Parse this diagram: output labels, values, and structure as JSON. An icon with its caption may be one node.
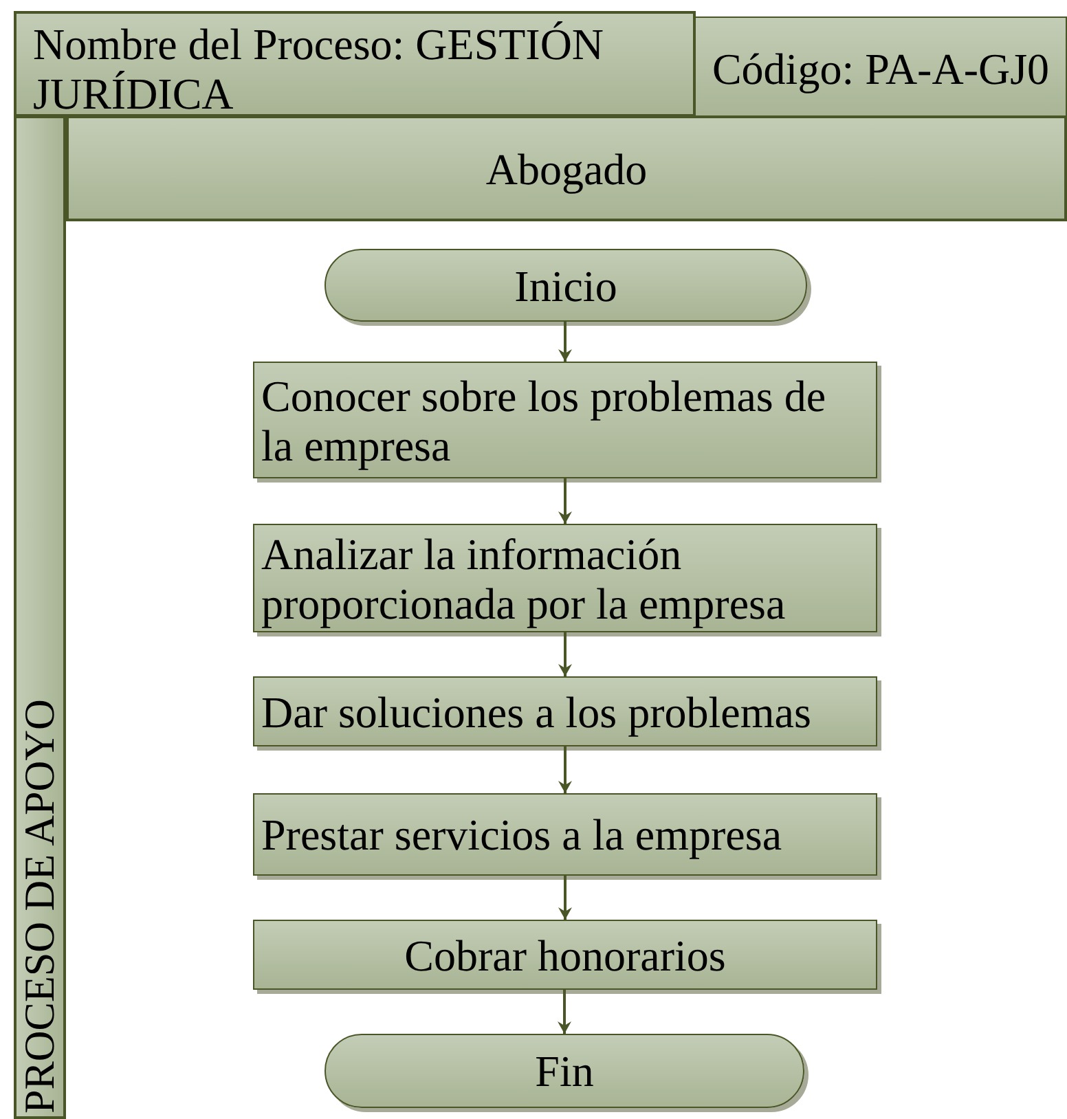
{
  "diagram": {
    "nodes": [
      {
        "text": [
          "Nombre del Proceso: GESTIÓN JURÍDICA"
        ]
      },
      {
        "text": [
          "Código: PA-A-GJ0"
        ]
      },
      {
        "text": [
          "PROCESO DE APOYO"
        ]
      },
      {
        "text": [
          "Abogado"
        ]
      },
      {
        "text": [
          "Inicio"
        ]
      },
      {
        "text": [
          "Conocer sobre los problemas de la empresa"
        ]
      },
      {
        "text": [
          "Analizar la información proporcionada por la empresa"
        ]
      },
      {
        "text": [
          "Dar soluciones a los problemas"
        ]
      },
      {
        "text": [
          "Prestar servicios a la empresa"
        ]
      },
      {
        "text": [
          "Cobrar honorarios"
        ]
      },
      {
        "text": [
          "Fin"
        ]
      }
    ],
    "edges": [
      {
        "from": 4,
        "to": 5,
        "arrow": "to"
      },
      {
        "from": 5,
        "to": 6,
        "arrow": "to"
      },
      {
        "from": 6,
        "to": 7,
        "arrow": "to"
      },
      {
        "from": 7,
        "to": 8,
        "arrow": "to"
      },
      {
        "from": 8,
        "to": 9,
        "arrow": "to"
      },
      {
        "from": 9,
        "to": 10,
        "arrow": "to"
      }
    ]
  }
}
